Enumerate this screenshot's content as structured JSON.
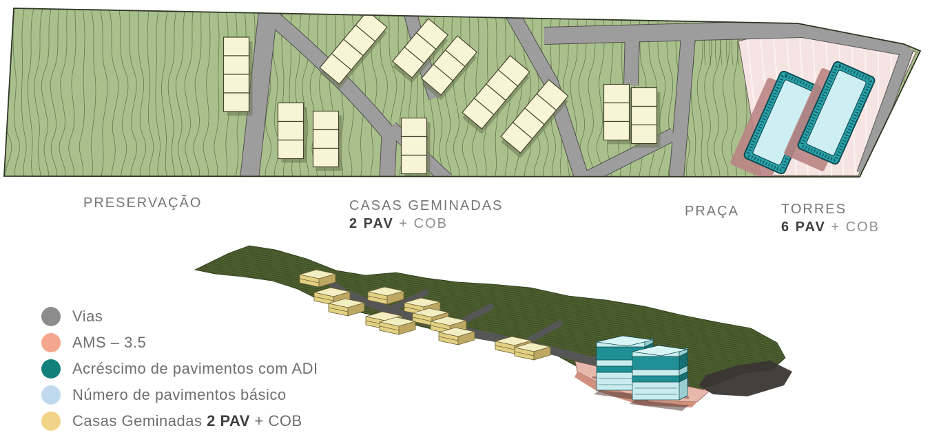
{
  "site_plan": {
    "zones": [
      {
        "id": "preservacao",
        "label": "PRESERVAÇÃO"
      },
      {
        "id": "casas-geminadas",
        "label": "CASAS GEMINADAS",
        "sub_bold": "2 PAV",
        "sub_rest": " + COB"
      },
      {
        "id": "praca",
        "label": "PRAÇA"
      },
      {
        "id": "torres",
        "label": "TORRES",
        "sub_bold": "6 PAV",
        "sub_rest": " + COB"
      }
    ]
  },
  "legend": {
    "items": [
      {
        "name": "vias",
        "label_prefix": "Vias",
        "label_bold": "",
        "label_suffix": "",
        "color": "#8c8c8c"
      },
      {
        "name": "ams-3-5",
        "label_prefix": "AMS – 3.5",
        "label_bold": "",
        "label_suffix": "",
        "color": "#f5a68e"
      },
      {
        "name": "acrescimo-pavimentos-adi",
        "label_prefix": "Acréscimo de pavimentos com ADI",
        "label_bold": "",
        "label_suffix": "",
        "color": "#12807a"
      },
      {
        "name": "numero-pavimentos-basico",
        "label_prefix": "Número de pavimentos básico",
        "label_bold": "",
        "label_suffix": "",
        "color": "#c0d9ee"
      },
      {
        "name": "casas-geminadas",
        "label_prefix": "Casas Geminadas ",
        "label_bold": "2 PAV",
        "label_suffix": " + COB",
        "color": "#f1d488"
      }
    ]
  },
  "colors": {
    "plan_green": "#a9c08c",
    "contour": "#5a6a42",
    "road_gray": "#9d9d9d",
    "road_edge": "#454545",
    "house_cream": "#f8f4d6",
    "house_outline": "#45452f",
    "pink_zone": "#f6e4e3",
    "pink_shadow": "#bb8484",
    "tower_teal": "#2aa2a8",
    "tower_fill": "#cdeff3",
    "tower_outline": "#0c4a52",
    "terrain_dark_green": "#4e6030",
    "terrain_stripe": "#3c4c24",
    "persp_road": "#565656",
    "persp_house_top": "#f3edc2",
    "persp_house_front": "#e3d183",
    "persp_house_side": "#bda763",
    "persp_tower_pale": "#c9ecee",
    "persp_tower_teal": "#1f9196",
    "platform_salmon": "#d1907e",
    "platform_pink": "#e8b8ac"
  }
}
